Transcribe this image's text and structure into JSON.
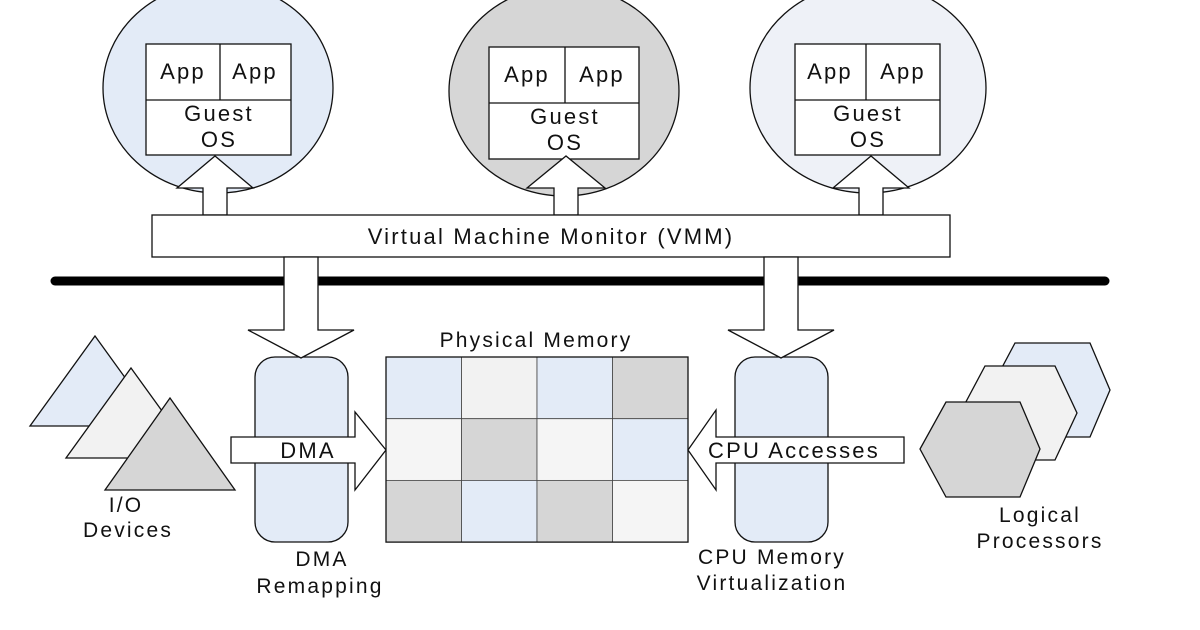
{
  "vms": [
    {
      "apps": [
        "App",
        "App"
      ],
      "os_line1": "Guest",
      "os_line2": "OS",
      "fill": "#e3ebf7"
    },
    {
      "apps": [
        "App",
        "App"
      ],
      "os_line1": "Guest",
      "os_line2": "OS",
      "fill": "#d6d6d6"
    },
    {
      "apps": [
        "App",
        "App"
      ],
      "os_line1": "Guest",
      "os_line2": "OS",
      "fill": "#eef1f7"
    }
  ],
  "vmm": {
    "label": "Virtual Machine Monitor (VMM)"
  },
  "physical_memory": {
    "title": "Physical Memory",
    "cell_fills": [
      [
        "#e3ebf7",
        "#f2f2f2",
        "#e3ebf7",
        "#d6d6d6"
      ],
      [
        "#f5f5f5",
        "#d6d6d6",
        "#f5f5f5",
        "#e3ebf7"
      ],
      [
        "#d6d6d6",
        "#e3ebf7",
        "#d6d6d6",
        "#f5f5f5"
      ]
    ]
  },
  "dma": {
    "arrow_label": "DMA",
    "caption_line1": "DMA",
    "caption_line2": "Remapping"
  },
  "cpu": {
    "arrow_label": "CPU Accesses",
    "caption_line1": "CPU Memory",
    "caption_line2": "Virtualization"
  },
  "io_devices": {
    "line1": "I/O",
    "line2": "Devices"
  },
  "logical_processors": {
    "line1": "Logical",
    "line2": "Processors"
  },
  "colors": {
    "blue_fill": "#e3ebf7",
    "gray_fill": "#d6d6d6",
    "light_fill": "#f5f5f5",
    "line": "#111111"
  }
}
